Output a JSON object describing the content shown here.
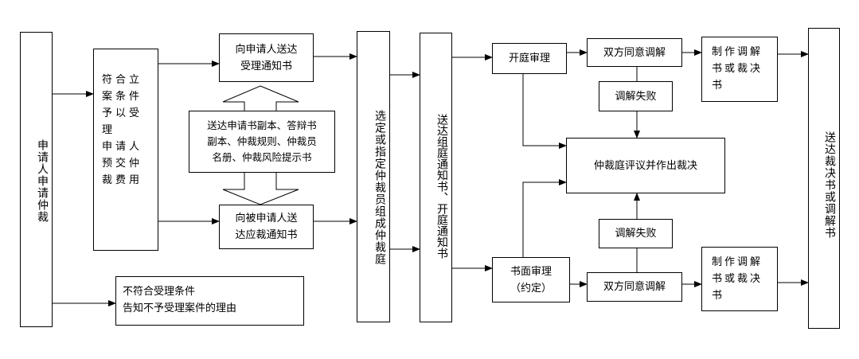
{
  "nodes": {
    "applicant_apply": "申请人申请仲裁",
    "accept_conditions": "符合立\n案条件\n予以受\n理\n申请人\n预交仲\n裁费用",
    "notify_applicant": "向申请人送达\n受理通知书",
    "documents_sent": "送达申请书副本、答辩书\n副本、仲裁规则、仲裁员\n名册、仲裁风险提示书",
    "notify_respondent": "向被申请人送\n达应裁通知书",
    "reject": "不符合受理条件\n告知不予受理案件的理由",
    "select_arbitrators": "选定或指定仲裁员组成仲裁庭",
    "notify_tribunal": "送达组庭通知书、开庭通知书",
    "hearing": "开庭审理",
    "written_review": "书面审理\n（约定）",
    "mediation_top": "双方同意调解",
    "mediation_bottom": "双方同意调解",
    "mediation_fail_top": "调解失败",
    "mediation_fail_bottom": "调解失败",
    "tribunal_ruling": "仲裁庭评议并作出裁决",
    "mediation_doc_top": "制作调解\n书或裁决\n书",
    "mediation_doc_bottom": "制作调解\n书或裁决\n书",
    "deliver_award": "送达裁决书或调解书"
  },
  "colors": {
    "line": "#000000",
    "box_border": "#000000",
    "background": "#ffffff"
  }
}
